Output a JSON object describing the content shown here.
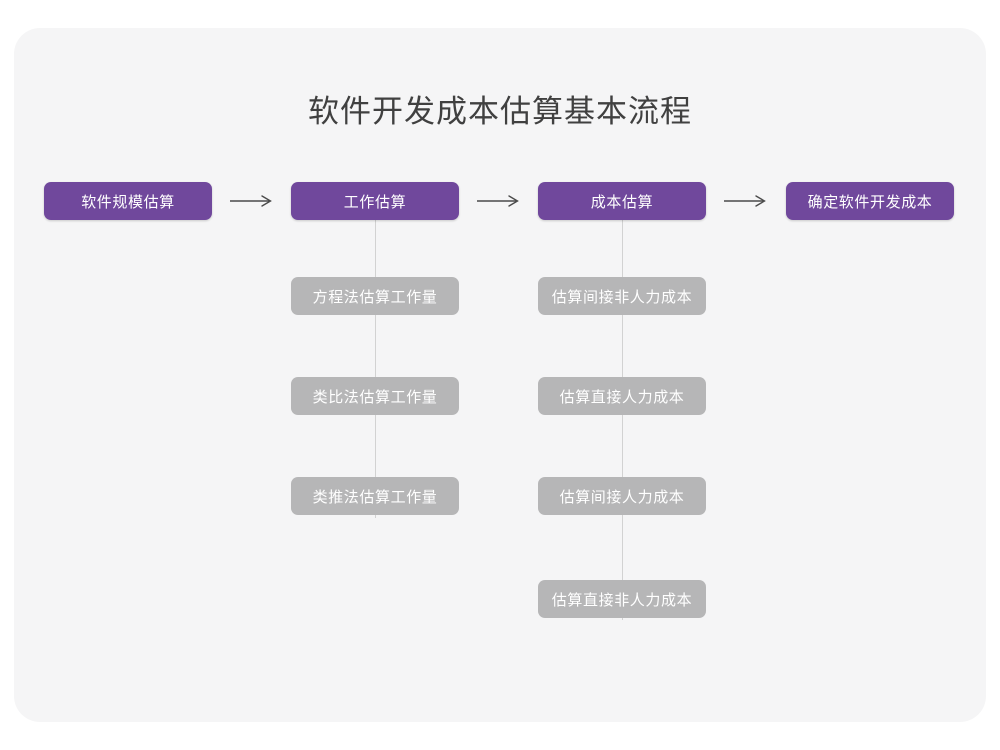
{
  "slide": {
    "title": "软件开发成本估算基本流程",
    "background_color": "#f5f5f6",
    "page_background_color": "#ffffff"
  },
  "theme": {
    "primary_color": "#70489c",
    "secondary_color": "#b6b6b7",
    "arrow_color": "#4a4a4a",
    "connector_color": "#d2d2d2",
    "title_color": "#404040",
    "node_text_color": "#ffffff"
  },
  "flow": {
    "stages": [
      {
        "id": "stage-1",
        "label": "软件规模估算",
        "substeps": []
      },
      {
        "id": "stage-2",
        "label": "工作估算",
        "substeps": [
          {
            "label": "方程法估算工作量"
          },
          {
            "label": "类比法估算工作量"
          },
          {
            "label": "类推法估算工作量"
          }
        ]
      },
      {
        "id": "stage-3",
        "label": "成本估算",
        "substeps": [
          {
            "label": "估算间接非人力成本"
          },
          {
            "label": "估算直接人力成本"
          },
          {
            "label": "估算间接人力成本"
          },
          {
            "label": "估算直接非人力成本"
          }
        ]
      },
      {
        "id": "stage-4",
        "label": "确定软件开发成本",
        "substeps": []
      }
    ],
    "connectors": [
      {
        "from": "stage-1",
        "to": "stage-2",
        "glyph": "right-arrow"
      },
      {
        "from": "stage-2",
        "to": "stage-3",
        "glyph": "right-arrow"
      },
      {
        "from": "stage-3",
        "to": "stage-4",
        "glyph": "right-arrow"
      }
    ]
  }
}
